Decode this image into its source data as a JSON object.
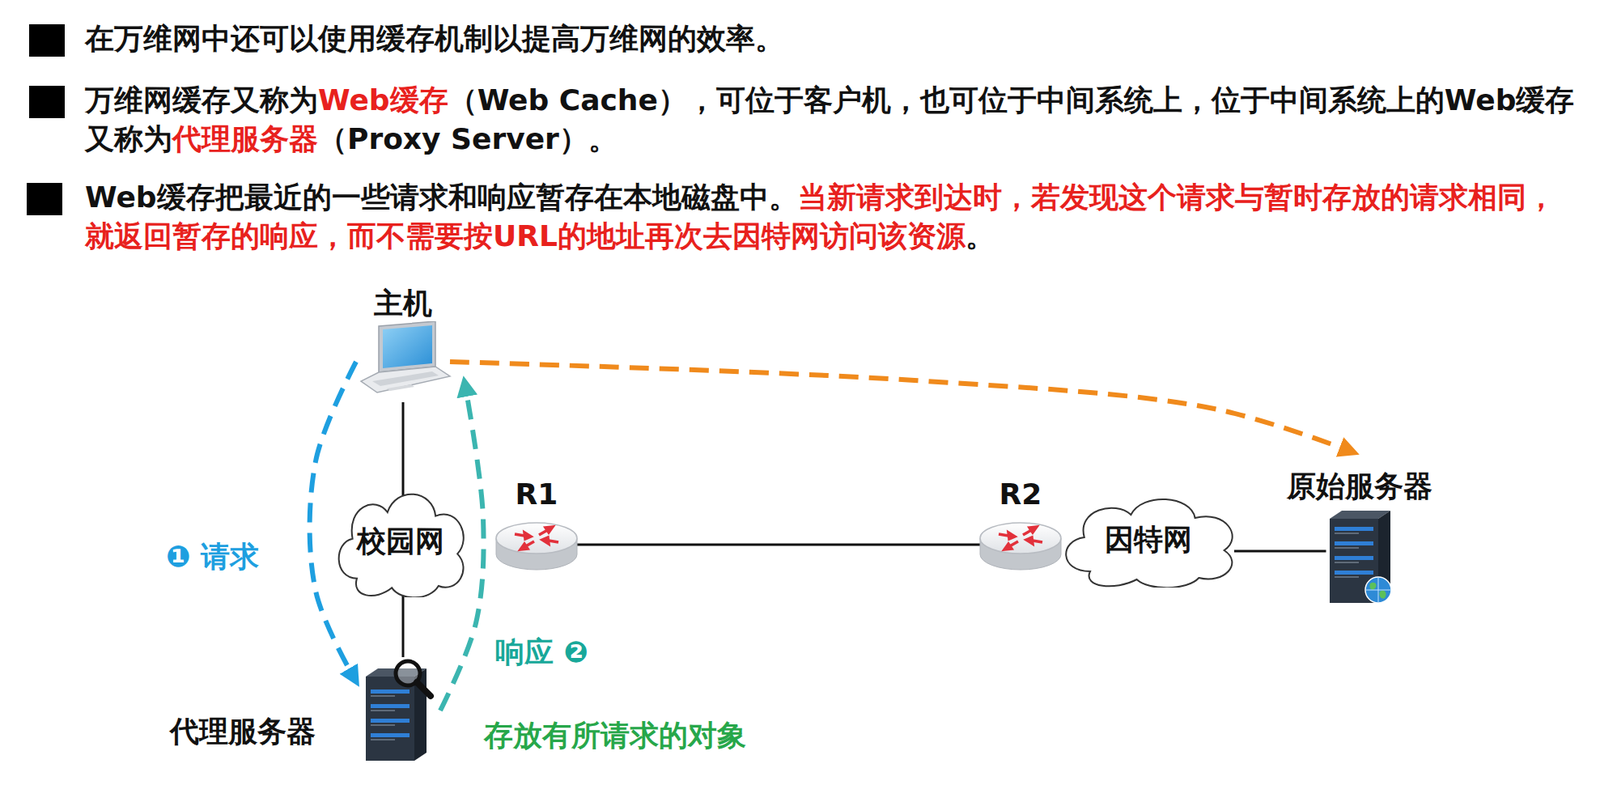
{
  "diagram": {
    "nodes": [
      {
        "text": [
          "主机"
        ]
      },
      {
        "text": [
          "校园网"
        ]
      },
      {
        "text": [
          "R1"
        ]
      },
      {
        "text": [
          "R2"
        ]
      },
      {
        "text": [
          "因特网"
        ]
      },
      {
        "text": [
          "原始服务器"
        ]
      },
      {
        "text": [
          "代理服务器"
        ]
      }
    ],
    "edges": [
      {
        "from": 0,
        "to": 1,
        "arrow": "none"
      },
      {
        "from": 1,
        "to": 6,
        "arrow": "none"
      },
      {
        "from": 2,
        "to": 3,
        "arrow": "none"
      },
      {
        "from": 4,
        "to": 5,
        "arrow": "none"
      },
      {
        "from": 0,
        "to": 5,
        "arrow": "to"
      },
      {
        "from": 0,
        "to": 6,
        "arrow": "to",
        "label": "❶ 请求"
      },
      {
        "from": 6,
        "to": 0,
        "arrow": "to",
        "label": "响应 ❷"
      }
    ],
    "labels": [
      "在万维网中还可以使用缓存机制以提高万维网的效率。",
      "万维网缓存又称为",
      "Web缓存",
      "（Web Cache），可位于客户机，也可位于中间系统上，位于中间系统上的Web缓存又称为",
      "代理服务器",
      "（Proxy Server）。",
      "Web缓存把最近的一些请求和响应暂存在本地磁盘中。",
      "当新请求到达时，若发现这个请求与暂时存放的请求相同，就返回暂存的响应，而不需要按URL的地址再次去因特网访问该资源",
      "。",
      "存放有所请求的对象"
    ]
  }
}
